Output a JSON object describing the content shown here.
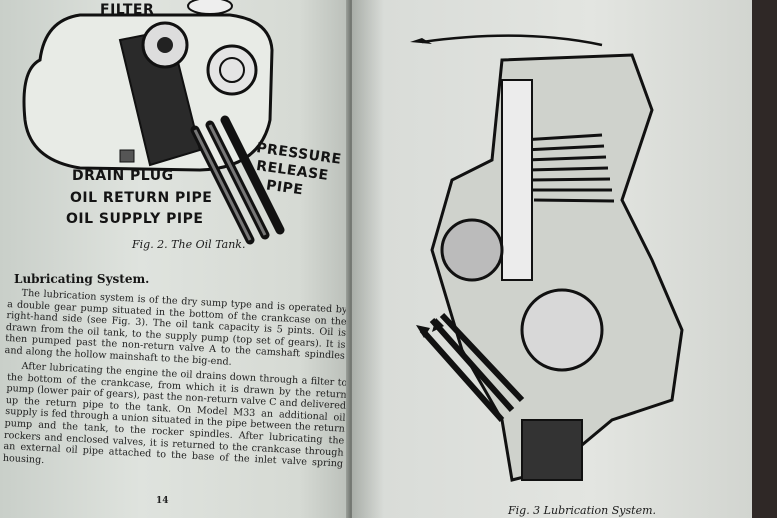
{
  "left_page": {
    "figure": {
      "labels": {
        "filter": "FILTER",
        "drain_plug": "DRAIN PLUG",
        "pressure_release_pipe": [
          "PRESSURE",
          "RELEASE",
          "PIPE"
        ],
        "oil_return_pipe": "OIL RETURN PIPE",
        "oil_supply_pipe": "OIL SUPPLY PIPE"
      },
      "caption": "Fig. 2.  The Oil Tank."
    },
    "heading": "Lubricating System.",
    "paragraphs": [
      "The lubrication system is of the dry sump type and is operated by a double gear pump situated in the bottom of the crankcase on the right-hand side (see Fig. 3). The oil tank capacity is 5 pints. Oil is drawn from the oil tank, to the supply pump (top set of gears). It is then pumped past the non-return valve A to the camshaft spindles and along the hollow mainshaft to the big-end.",
      "After lubricating the engine the oil drains down through a filter to the bottom of the crankcase, from which it is drawn by the return pump (lower pair of gears), past the non-return valve C and delivered up the return pipe to the tank. On Model M33 an additional oil supply is fed through a union situated in the pipe between the return pump and the tank, to the rocker spindles. After lubricating the rockers and enclosed valves, it is returned to the crankcase through an external oil pipe attached to the base of the inlet valve spring housing."
    ],
    "page_number": "14"
  },
  "right_page": {
    "figure": {
      "caption": "Fig. 3    Lubrication System."
    }
  }
}
